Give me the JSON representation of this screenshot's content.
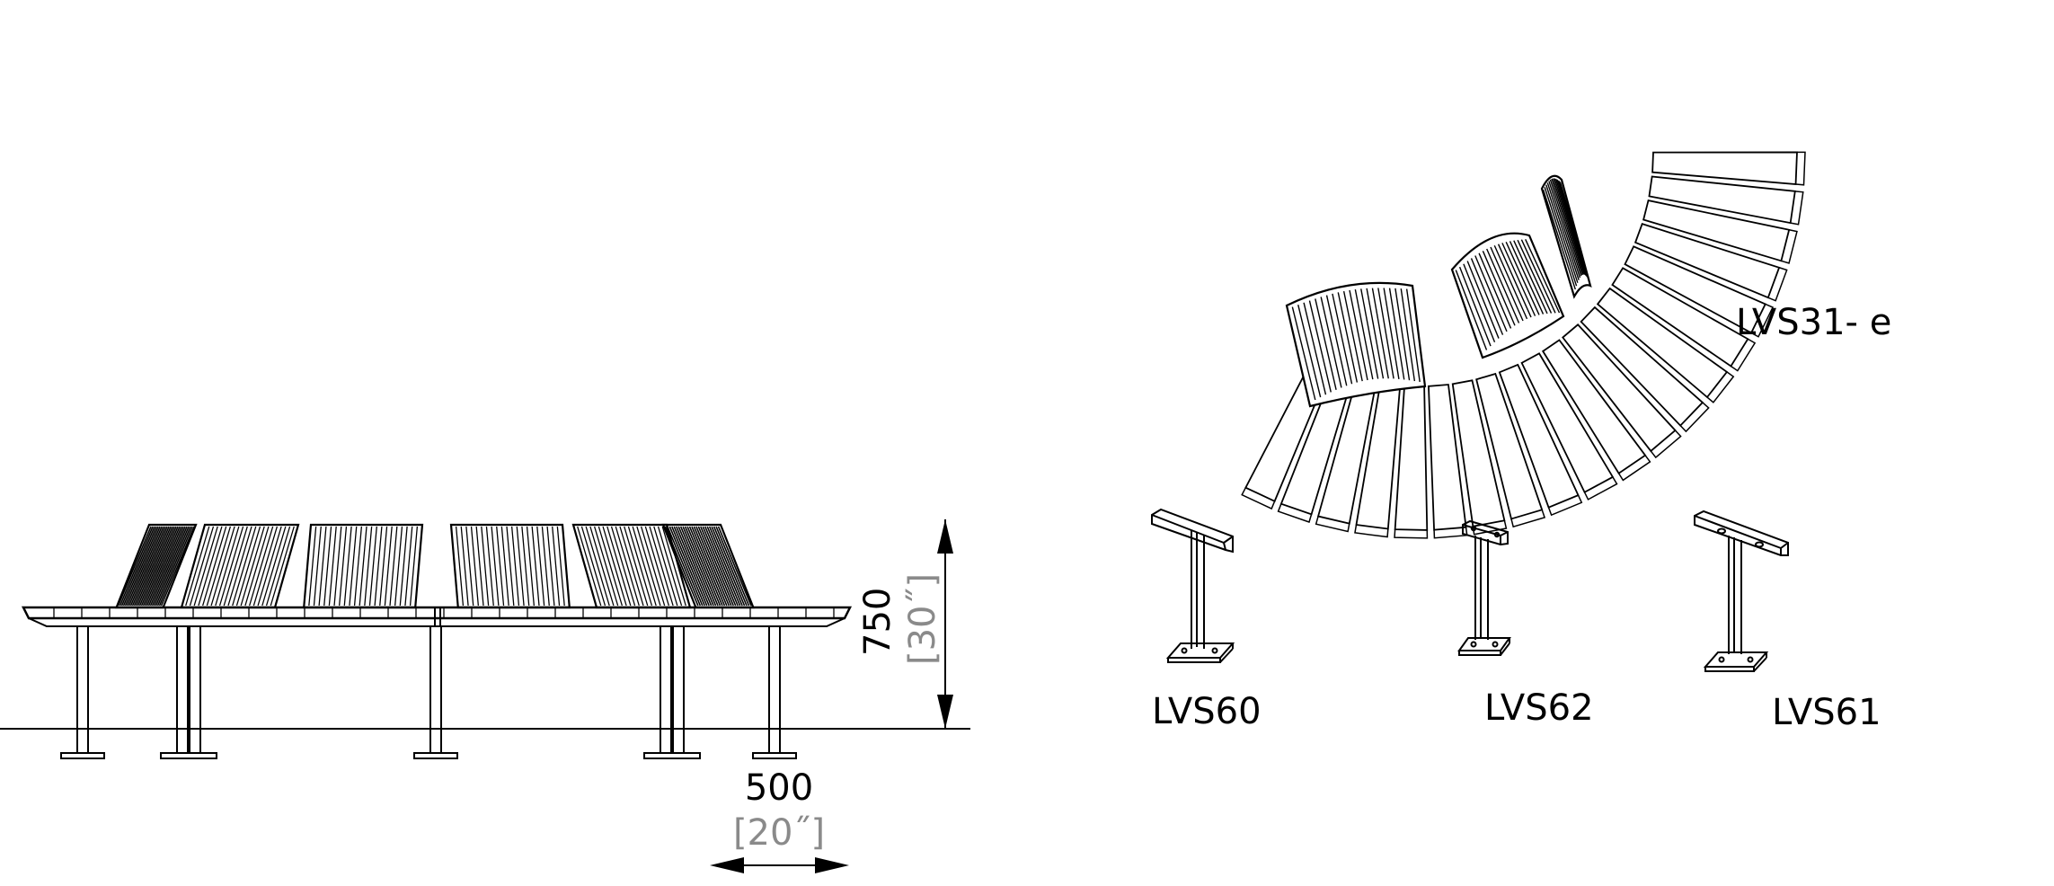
{
  "models": {
    "bench": "LVS31- e",
    "support_a": "LVS60",
    "support_b": "LVS62",
    "support_c": "LVS61"
  },
  "dimensions": {
    "height": "750",
    "height_imperial": "[30˝]",
    "width": "500",
    "width_imperial": "[20˝]"
  },
  "colors": {
    "line": "#000000",
    "secondary_text": "#8a8a8a"
  }
}
